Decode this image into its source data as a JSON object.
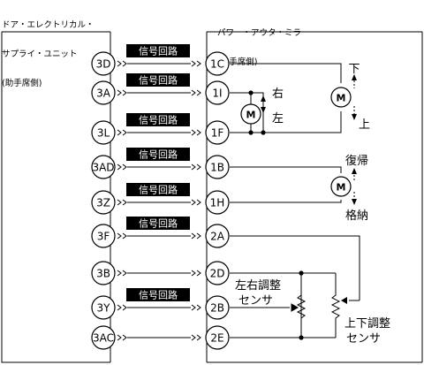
{
  "left_unit": {
    "title_line1": "ドア・エレクトリカル・",
    "title_line2": "サプライ・ユニット",
    "title_line3": "(助手席側)",
    "pins": [
      "3D",
      "3A",
      "3L",
      "3AD",
      "3Z",
      "3F",
      "3B",
      "3Y",
      "3AC"
    ]
  },
  "right_unit": {
    "title_line1": "パワー・アウタ・ミラー",
    "title_line2": "(助手席側)",
    "pins": [
      "1C",
      "1I",
      "1F",
      "1B",
      "1H",
      "2A",
      "2D",
      "2B",
      "2E"
    ]
  },
  "signal_circuit_label": "信号回路",
  "signal_circuit_rows": [
    0,
    1,
    2,
    3,
    4,
    5,
    7
  ],
  "motor_label": "M",
  "labels": {
    "down": "下",
    "up": "上",
    "right": "右",
    "left": "左",
    "return": "復帰",
    "retract": "格納",
    "lr_sensor_line1": "左右調整",
    "lr_sensor_line2": "センサ",
    "ud_sensor_line1": "上下調整",
    "ud_sensor_line2": "センサ"
  }
}
